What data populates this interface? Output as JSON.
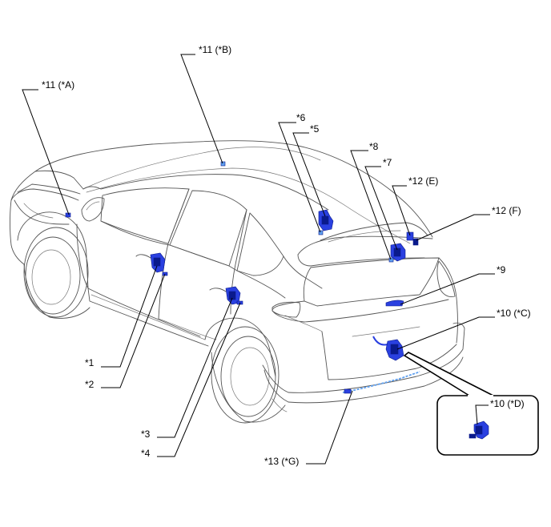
{
  "colors": {
    "part_fill": "#2a40e0",
    "part_dark": "#0a1a8c",
    "part_light": "#5fa0f0"
  },
  "labels": {
    "c1": "*1",
    "c2": "*2",
    "c3": "*3",
    "c4": "*4",
    "c5": "*5",
    "c6": "*6",
    "c7": "*7",
    "c8": "*8",
    "c9": "*9",
    "c10c": "*10 (*C)",
    "c10d": "*10 (*D)",
    "c11a": "*11 (*A)",
    "c11b": "*11 (*B)",
    "c12e": "*12 (E)",
    "c12f": "*12 (F)",
    "c13g": "*13 (*G)"
  }
}
